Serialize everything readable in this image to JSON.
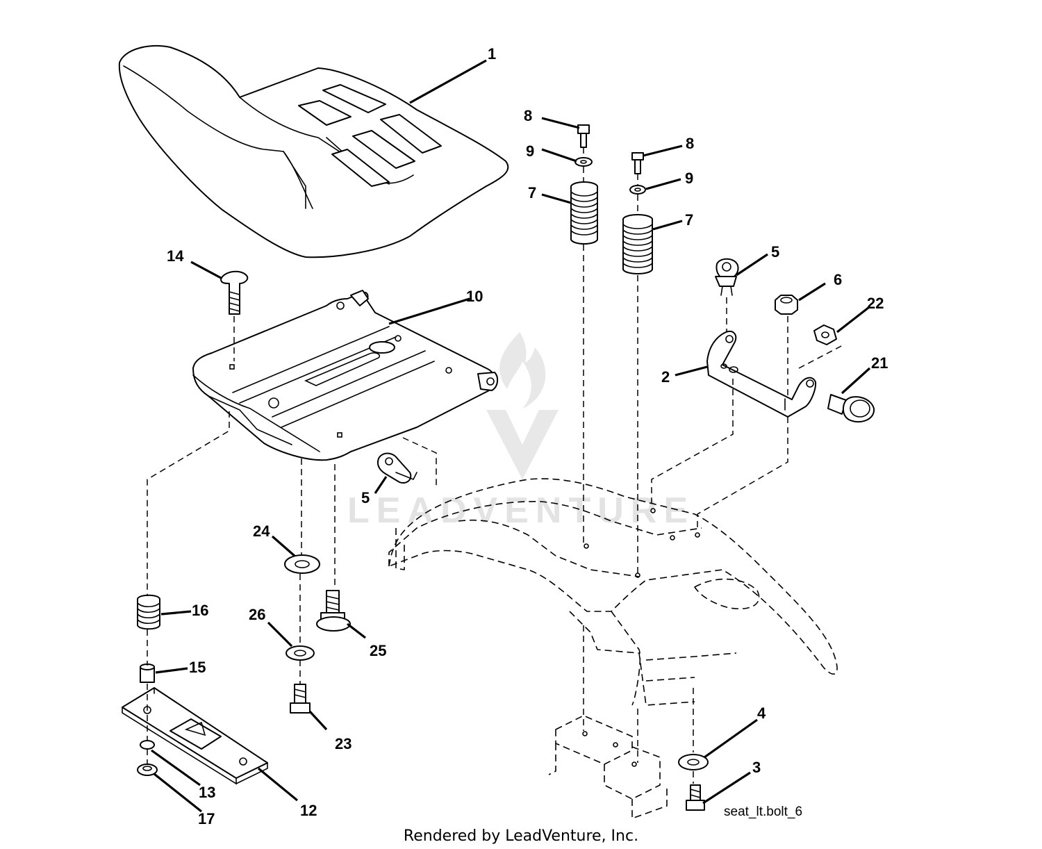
{
  "diagram": {
    "drawing_id": "seat_lt.bolt_6",
    "footer": "Rendered by LeadVenture, Inc.",
    "watermark": "LEADVENTURE",
    "callouts": [
      {
        "key": "c1",
        "label": "1",
        "part": "seat"
      },
      {
        "key": "c2",
        "label": "2",
        "part": "bracket"
      },
      {
        "key": "c3",
        "label": "3",
        "part": "bolt"
      },
      {
        "key": "c4",
        "label": "4",
        "part": "washer"
      },
      {
        "key": "c5a",
        "label": "5",
        "part": "clip"
      },
      {
        "key": "c5b",
        "label": "5",
        "part": "clip"
      },
      {
        "key": "c6",
        "label": "6",
        "part": "nut"
      },
      {
        "key": "c7a",
        "label": "7",
        "part": "spring"
      },
      {
        "key": "c7b",
        "label": "7",
        "part": "spring"
      },
      {
        "key": "c8a",
        "label": "8",
        "part": "screw"
      },
      {
        "key": "c8b",
        "label": "8",
        "part": "screw"
      },
      {
        "key": "c9a",
        "label": "9",
        "part": "washer"
      },
      {
        "key": "c9b",
        "label": "9",
        "part": "washer"
      },
      {
        "key": "c10",
        "label": "10",
        "part": "seat-pan"
      },
      {
        "key": "c12",
        "label": "12",
        "part": "slide-plate"
      },
      {
        "key": "c13",
        "label": "13",
        "part": "nut"
      },
      {
        "key": "c14",
        "label": "14",
        "part": "carriage-bolt"
      },
      {
        "key": "c15",
        "label": "15",
        "part": "spacer"
      },
      {
        "key": "c16",
        "label": "16",
        "part": "spring"
      },
      {
        "key": "c17",
        "label": "17",
        "part": "nut"
      },
      {
        "key": "c21",
        "label": "21",
        "part": "shoulder-bolt"
      },
      {
        "key": "c22",
        "label": "22",
        "part": "nut"
      },
      {
        "key": "c23",
        "label": "23",
        "part": "bolt"
      },
      {
        "key": "c24",
        "label": "24",
        "part": "washer"
      },
      {
        "key": "c25",
        "label": "25",
        "part": "bolt"
      },
      {
        "key": "c26",
        "label": "26",
        "part": "lock-washer"
      }
    ]
  }
}
